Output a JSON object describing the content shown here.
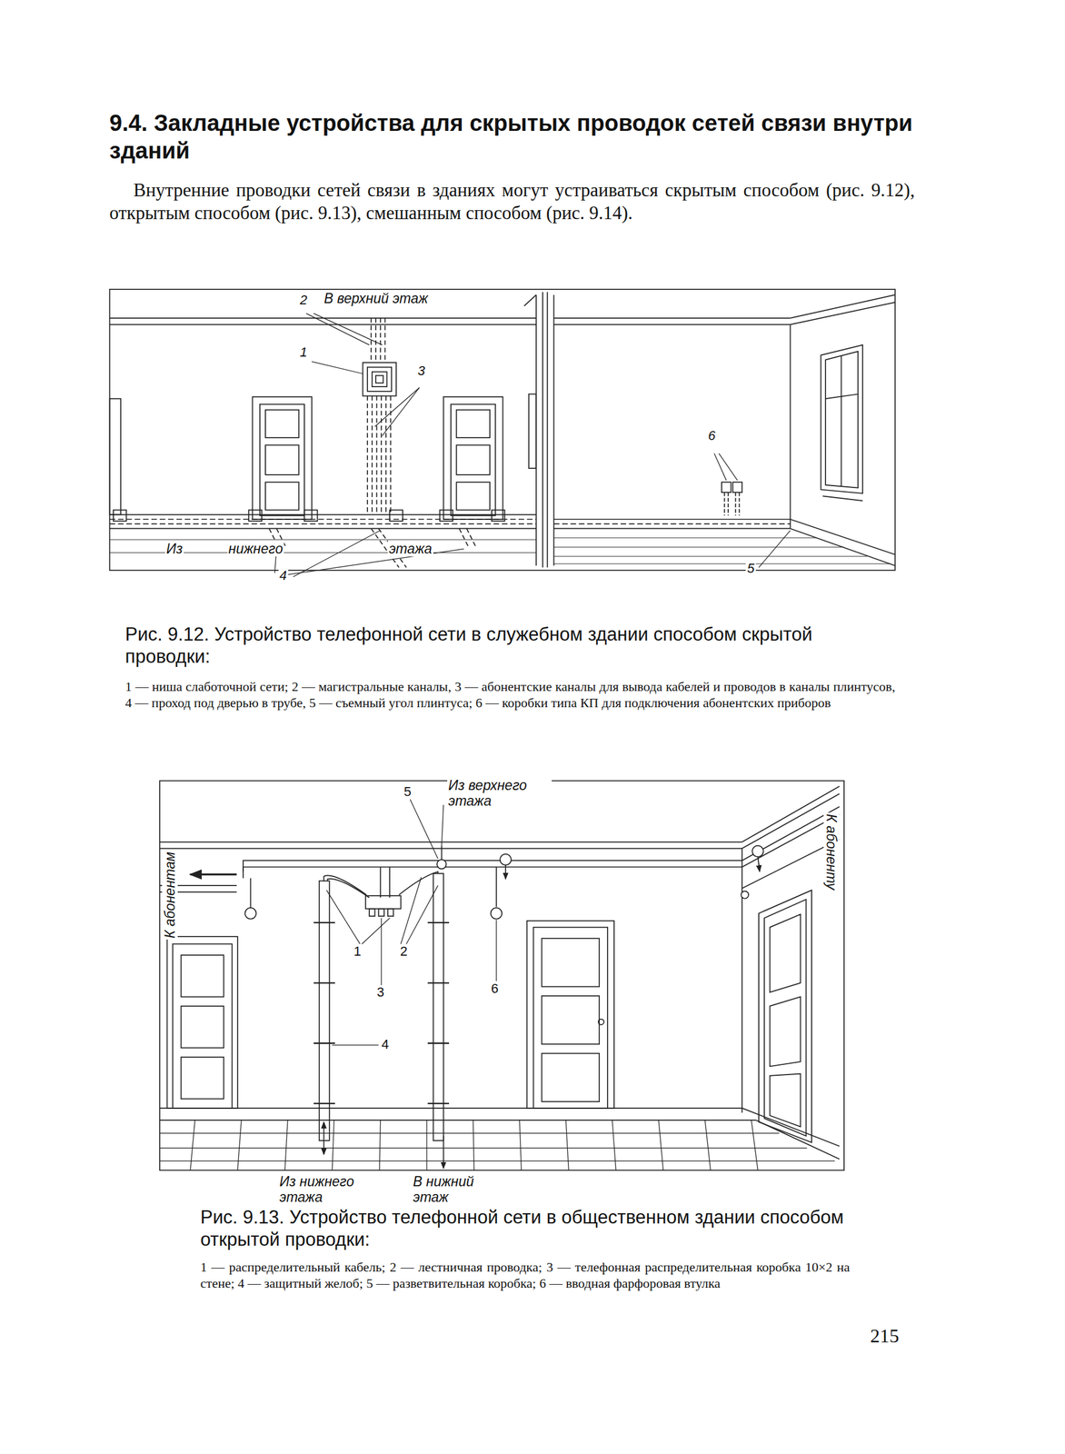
{
  "diagram": {
    "title": "9.4. Закладные устройства для скрытых проводок сетей связи внутри зданий",
    "labels": [
      "Внутренние проводки сетей связи в зданиях могут устраиваться скрытым способом (рис. 9.12), открытым способом (рис. 9.13), смешанным способом (рис. 9.14).",
      "2",
      "В верхний этаж",
      "1",
      "3",
      "6",
      "Из",
      "нижнего",
      "этажа",
      "4",
      "5",
      "Рис. 9.12. Устройство телефонной сети в служебном здании способом скрытой проводки:",
      "1 — ниша слаботочной сети; 2 — магистральные каналы, 3 — абонентские каналы для вывода кабелей и проводов в каналы плинтусов, 4 — проход под дверью в трубе, 5 — съемный угол плинтуса; 6 — коробки типа КП для подключения абонентских приборов",
      "К абонентам",
      "5",
      "Из верхнего этажа",
      "К абоненту",
      "1",
      "2",
      "3",
      "4",
      "6",
      "Из нижнего этажа",
      "В нижний этаж",
      "Рис. 9.13. Устройство телефонной сети в общественном здании способом открытой проводки:",
      "1 — распределительный кабель; 2 — лестничная проводка; 3 — телефонная распределительная коробка 10×2 на стене; 4 — защитный желоб; 5 — разветвительная коробка; 6 — вводная фарфоровая втулка",
      "215"
    ]
  }
}
